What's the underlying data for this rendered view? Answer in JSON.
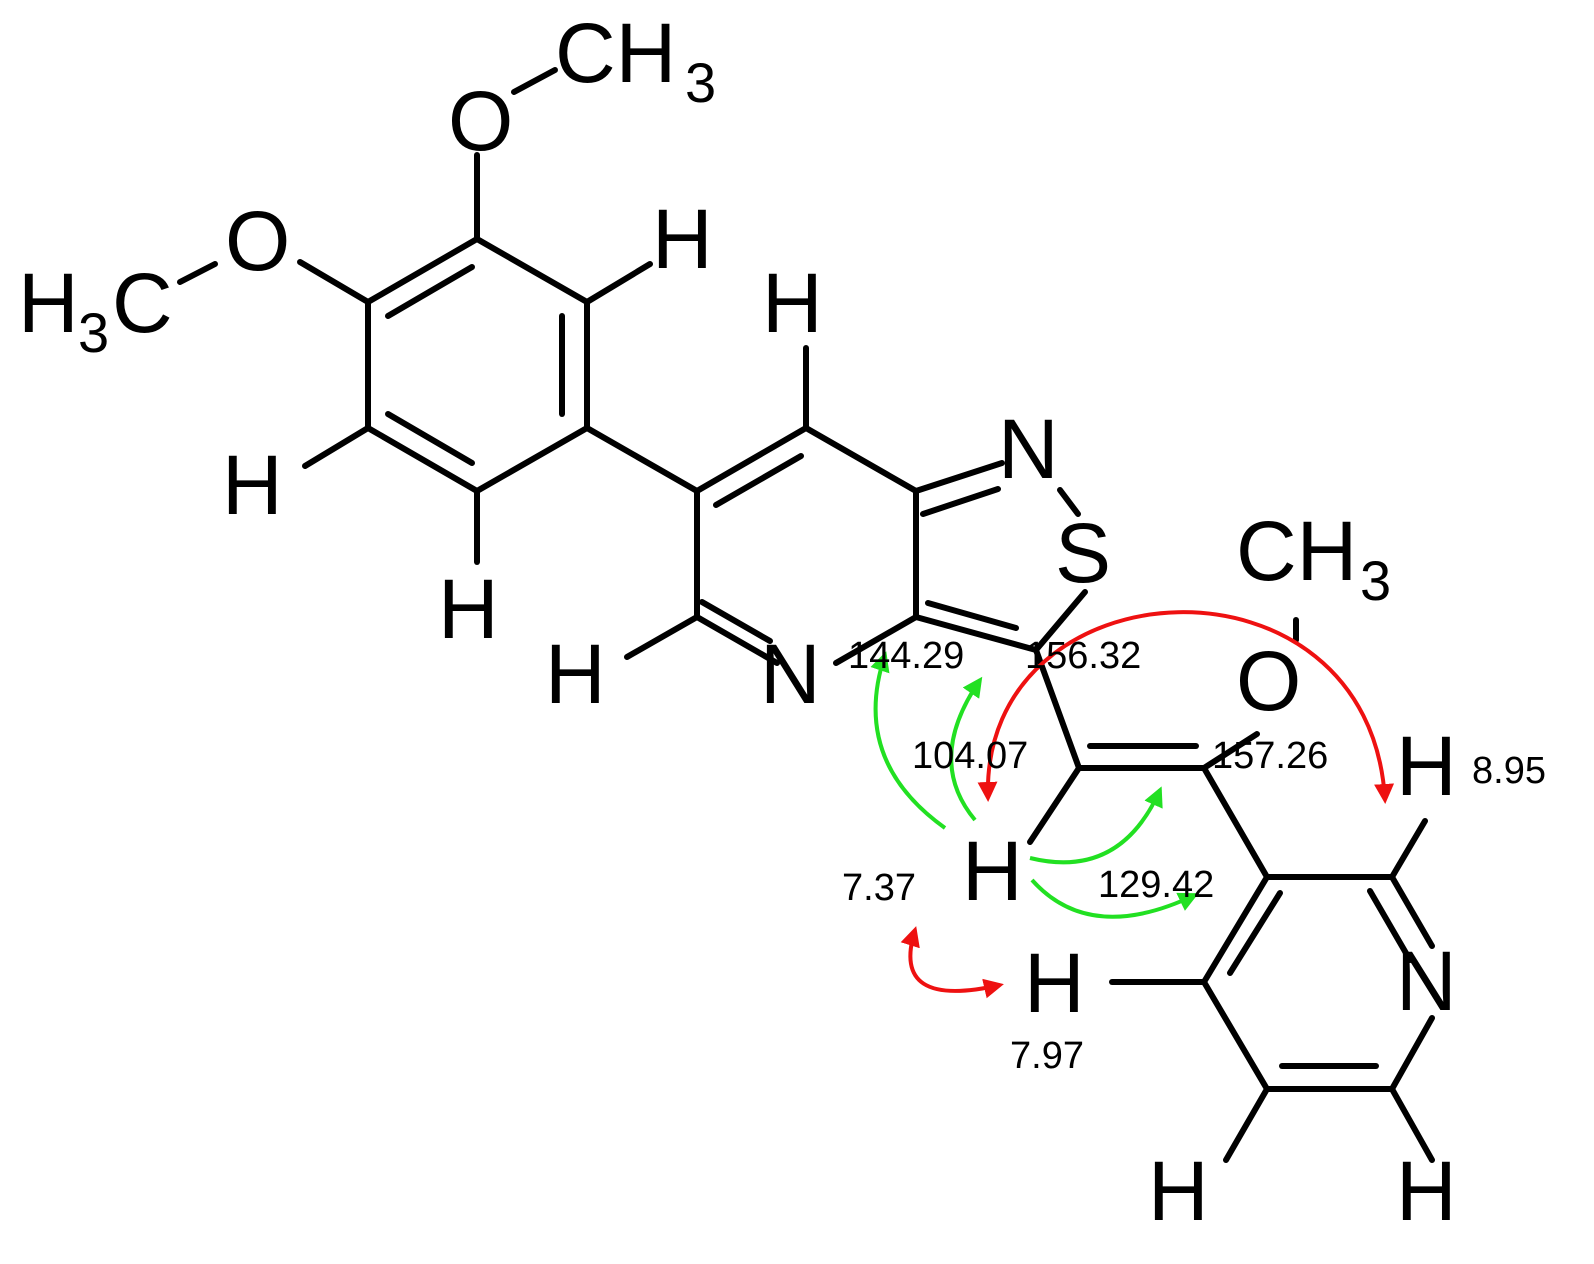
{
  "molecule": {
    "atoms": {
      "O_top": "O",
      "CH3_top": "CH",
      "CH3_top_sub": "3",
      "O_left": "O",
      "H3C_left_H": "H",
      "H3C_left_sub": "3",
      "H3C_left_C": "C",
      "H_ar1": "H",
      "H_ar2": "H",
      "H_ar3": "H",
      "H_py1": "H",
      "H_py2": "H",
      "N_py": "N",
      "N_iso": "N",
      "S_iso": "S",
      "O_meo": "O",
      "CH3_meo": "CH",
      "CH3_meo_sub": "3",
      "H_vinyl": "H",
      "H_pyr_a": "H",
      "H_pyr_b": "H",
      "H_pyr_c": "H",
      "H_pyr_d": "H",
      "N_pyr": "N"
    }
  },
  "shifts": {
    "s144": "144.29",
    "s156": "156.32",
    "s104": "104.07",
    "s157": "157.26",
    "s129": "129.42",
    "s737": "7.37",
    "s797": "7.97",
    "s895": "8.95"
  },
  "colors": {
    "hmbc": "#22e022",
    "noesy": "#ee1111"
  }
}
